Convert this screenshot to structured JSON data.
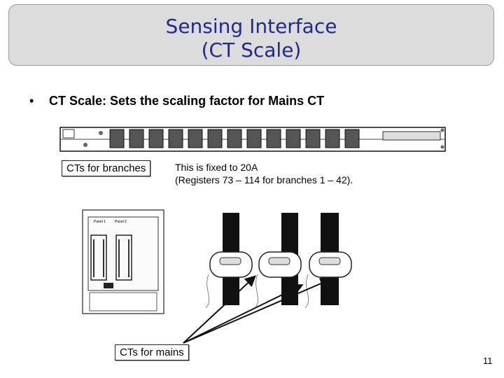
{
  "title": {
    "line1": "Sensing Interface",
    "line2": "(CT Scale)"
  },
  "bullet": {
    "marker": "•",
    "text": "CT Scale: Sets the scaling factor for Mains CT"
  },
  "labels": {
    "branches": "CTs for branches",
    "mains": "CTs for mains",
    "panel1": "Panel 1",
    "panel2": "Panel 2"
  },
  "note": {
    "line1": "This is fixed to 20A",
    "line2": "(Registers 73 – 114 for branches 1 – 42)."
  },
  "page_number": "11"
}
